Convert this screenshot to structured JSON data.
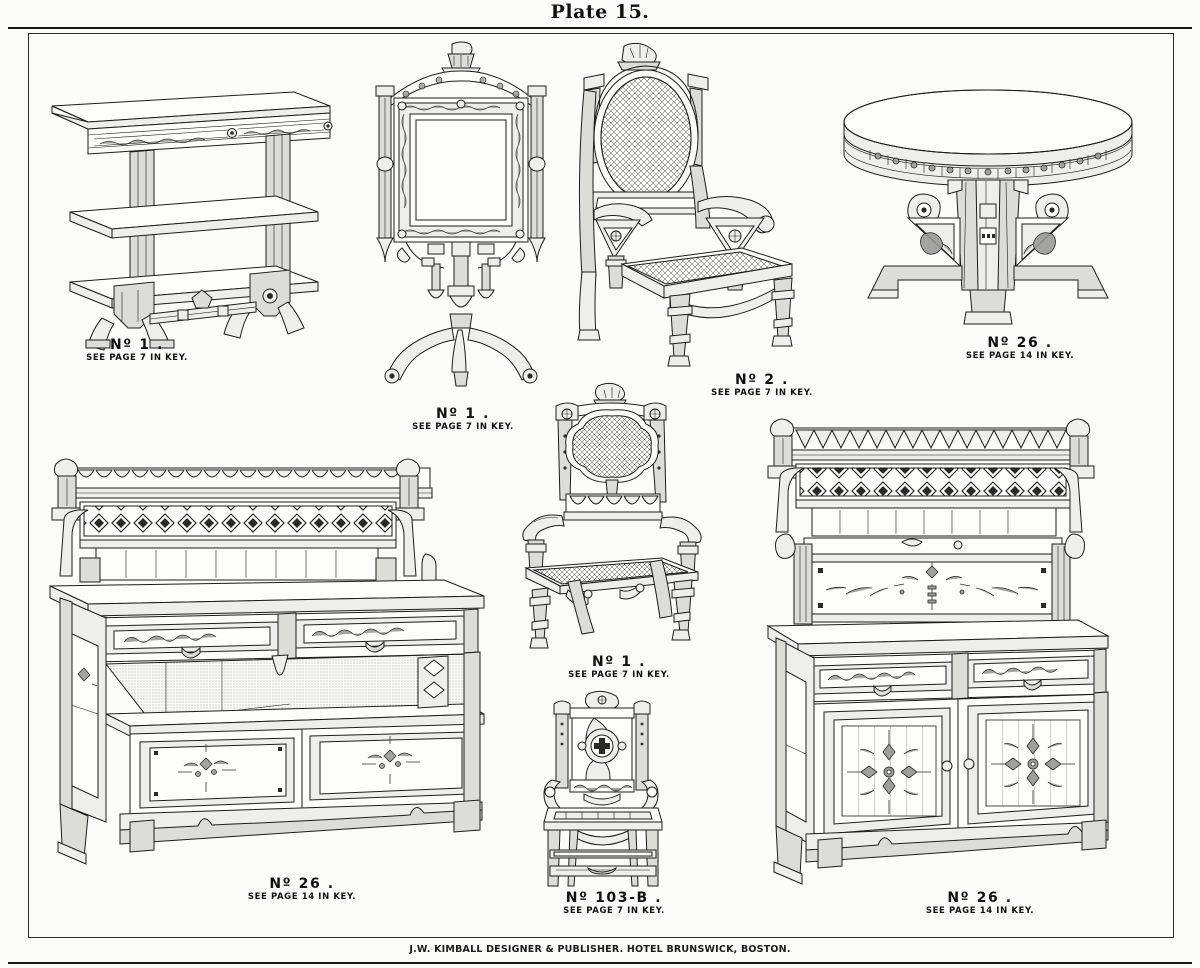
{
  "plate": {
    "title": "Plate 15.",
    "imprint": "J.W. KIMBALL DESIGNER & PUBLISHER. HOTEL BRUNSWICK, BOSTON."
  },
  "figures": [
    {
      "id": "etagere-side-table",
      "name": "three-tier side table / etagere",
      "number": "Nº 1 .",
      "reference": "SEE PAGE 7 IN KEY."
    },
    {
      "id": "fire-screen",
      "name": "panel fire screen on splayed pedestal",
      "number": "Nº 1 .",
      "reference": "SEE PAGE 7 IN KEY."
    },
    {
      "id": "oval-back-armchair",
      "name": "oval caned back armchair",
      "number": "Nº 2 .",
      "reference": "SEE PAGE 7 IN KEY."
    },
    {
      "id": "round-center-table",
      "name": "round center table on carved pedestal",
      "number": "Nº 26 .",
      "reference": "SEE PAGE 14 IN KEY."
    },
    {
      "id": "sideboard-left",
      "name": "sideboard with open shelf and fretwork gallery",
      "number": "Nº 26 .",
      "reference": "SEE PAGE 14 IN KEY."
    },
    {
      "id": "quatrefoil-armchair",
      "name": "quatrefoil caned back armchair",
      "number": "Nº 1 .",
      "reference": "SEE PAGE 7 IN KEY."
    },
    {
      "id": "high-chair",
      "name": "child's high chair with medallion back",
      "number": "Nº 103-B .",
      "reference": "SEE PAGE 7 IN KEY."
    },
    {
      "id": "sideboard-right",
      "name": "sideboard with carved back panel and two doors",
      "number": "Nº 26 .",
      "reference": "SEE PAGE 14 IN KEY."
    }
  ],
  "colors": {
    "ink": "#1d1d1d",
    "paper": "#fbfbfa",
    "shade_light": "#eeeeec",
    "shade_mid": "#dcdcd9",
    "shade_dark": "#9a9a97"
  }
}
